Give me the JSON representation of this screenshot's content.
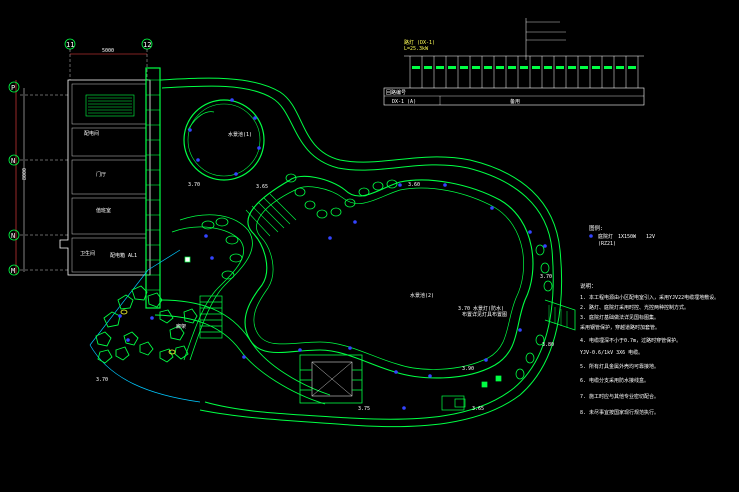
{
  "axes": {
    "rows": [
      "P",
      "N",
      "N",
      "M"
    ],
    "cols": [
      "11",
      "12"
    ],
    "dim_top": "5000",
    "dim_left": "8000"
  },
  "legend": {
    "line1": "路灯 (DX-1)",
    "line2": "L=25.3kW",
    "table_header": "回路编号",
    "bottom_left": "DX-1 (A)",
    "bottom_right": "备用"
  },
  "symbol_legend": {
    "title": "图例:",
    "item": "庭院灯",
    "spec": "1X150W",
    "volt": "12V",
    "code": "(RZ21)"
  },
  "plan_labels": {
    "pool_left": "水景池(1)",
    "pool_main": "水景池(2)",
    "main_note1": "3.70  水景灯(防水)",
    "main_note2": "布置详见灯具布置图",
    "building_room1": "配电间",
    "building_room2": "门厅",
    "building_room3": "值班室",
    "building_room4": "卫生间",
    "building_room5": "配电箱 AL1",
    "pergola": "廊架",
    "elev1": "3.70",
    "elev2": "3.65",
    "elev3": "3.60",
    "elev4": "3.70",
    "elev5": "3.80",
    "elev6": "3.90",
    "elev7": "3.75",
    "elev8": "3.65",
    "elev9": "3.70"
  },
  "notes": {
    "heading": "说明：",
    "lines": [
      "1. 本工程电源由小区配电室引入，采用YJV22电缆埋地敷设。",
      "2. 路灯、庭院灯采用时控、光控两种控制方式。",
      "3. 庭院灯基础做法详见国标图集。",
      "   采用钢管保护，穿越道路时加套管。",
      "4. 电缆埋深不小于0.7m，过路时穿管保护。",
      "   YJV-0.6/1kV 3X6 电缆。",
      "5. 所有灯具金属外壳均可靠接地。",
      "6. 电缆分支采用防水接线盒。",
      "7. 施工时应与其他专业密切配合。",
      "8. 未尽事宜按国家现行规范执行。"
    ]
  }
}
